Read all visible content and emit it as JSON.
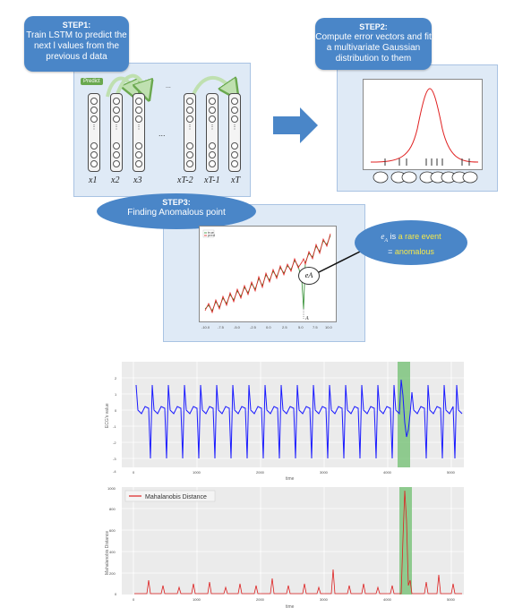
{
  "step1": {
    "title": "STEP1:",
    "text": "Train LSTM to predict the next l values from the previous d data"
  },
  "step2": {
    "title": "STEP2:",
    "text": "Compute error vectors and fit a multivariate Gaussian distribution to them"
  },
  "step3": {
    "title": "STEP3:",
    "text": "Finding Anomalous point"
  },
  "predict_label": "Predict",
  "ellipsis": "...",
  "lstm_labels": [
    "x1",
    "x2",
    "x3",
    "xT-2",
    "xT-1",
    "xT"
  ],
  "anomaly_cloud": {
    "prefix": "e",
    "sub": "A",
    "mid": " is ",
    "highlight1": "a rare event",
    "line2_prefix": "= ",
    "highlight2": "anomalous"
  },
  "step3_plot": {
    "legend": [
      "true",
      "pred"
    ],
    "xticks": [
      "-10.0",
      "-7.5",
      "-5.0",
      "-2.5",
      "0.0",
      "2.5",
      "5.0",
      "7.5",
      "10.0"
    ],
    "anomaly_point_label": "A",
    "error_label": "eA"
  },
  "ecg_plot": {
    "ylabel": "ECG's value",
    "xlabel": "time",
    "yticks": [
      "2",
      "1",
      "0",
      "-1",
      "-2",
      "-3",
      "-4"
    ],
    "xticks": [
      "0",
      "1000",
      "2000",
      "3000",
      "4000",
      "5000"
    ]
  },
  "mahal_plot": {
    "legend": "Mahalanobis Distance",
    "ylabel": "Mahalanobis Distance",
    "xlabel": "time",
    "yticks": [
      "1000",
      "800",
      "600",
      "400",
      "200",
      "0"
    ],
    "xticks": [
      "0",
      "1000",
      "2000",
      "3000",
      "4000",
      "5000"
    ]
  },
  "colors": {
    "panel": "#dfeaf6",
    "callout": "#4a86c8",
    "arrow": "#4a86c8",
    "highlight": "#f5e84a",
    "ecg": "#1a1aff",
    "mahal": "#dd2020",
    "band": "#6fbf6f"
  }
}
